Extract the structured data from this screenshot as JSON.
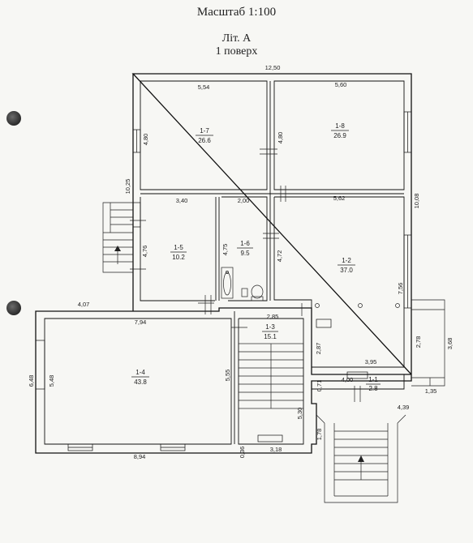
{
  "header": {
    "scale": "Масштаб 1:100",
    "letter": "Літ. А",
    "floor": "1 поверх"
  },
  "rooms": [
    {
      "id": "1-7",
      "area": "26.6"
    },
    {
      "id": "1-8",
      "area": "26.9"
    },
    {
      "id": "1-5",
      "area": "10.2"
    },
    {
      "id": "1-6",
      "area": "9.5"
    },
    {
      "id": "1-2",
      "area": "37.0"
    },
    {
      "id": "1-4",
      "area": "43.8"
    },
    {
      "id": "1-3",
      "area": "15.1"
    },
    {
      "id": "1-1",
      "area": "2.8"
    }
  ],
  "dimensions": {
    "top_total": "12,50",
    "d_5_54": "5,54",
    "d_5_60": "5,60",
    "d_4_80_a": "4,80",
    "d_4_80_b": "4,80",
    "d_10_25": "10,25",
    "d_10_08": "10,08",
    "d_3_40": "3,40",
    "d_2_00": "2,00",
    "d_5_62": "5,62",
    "d_4_76": "4,76",
    "d_4_75": "4,75",
    "d_4_72": "4,72",
    "d_7_56": "7,56",
    "d_4_07": "4,07",
    "d_7_94": "7,94",
    "d_2_85": "2,85",
    "d_6_48": "6,48",
    "d_5_48": "5,48",
    "d_5_55": "5,55",
    "d_2_87": "2,87",
    "d_3_95": "3,95",
    "d_2_78": "2,78",
    "d_3_68": "3,68",
    "d_0_71": "0,71",
    "d_4_00": "4,00",
    "d_1_35": "1,35",
    "d_4_39": "4,39",
    "d_5_30": "5,30",
    "d_1_78": "1,78",
    "d_8_94": "8,94",
    "d_0_36": "0,36",
    "d_3_18": "3,18"
  }
}
